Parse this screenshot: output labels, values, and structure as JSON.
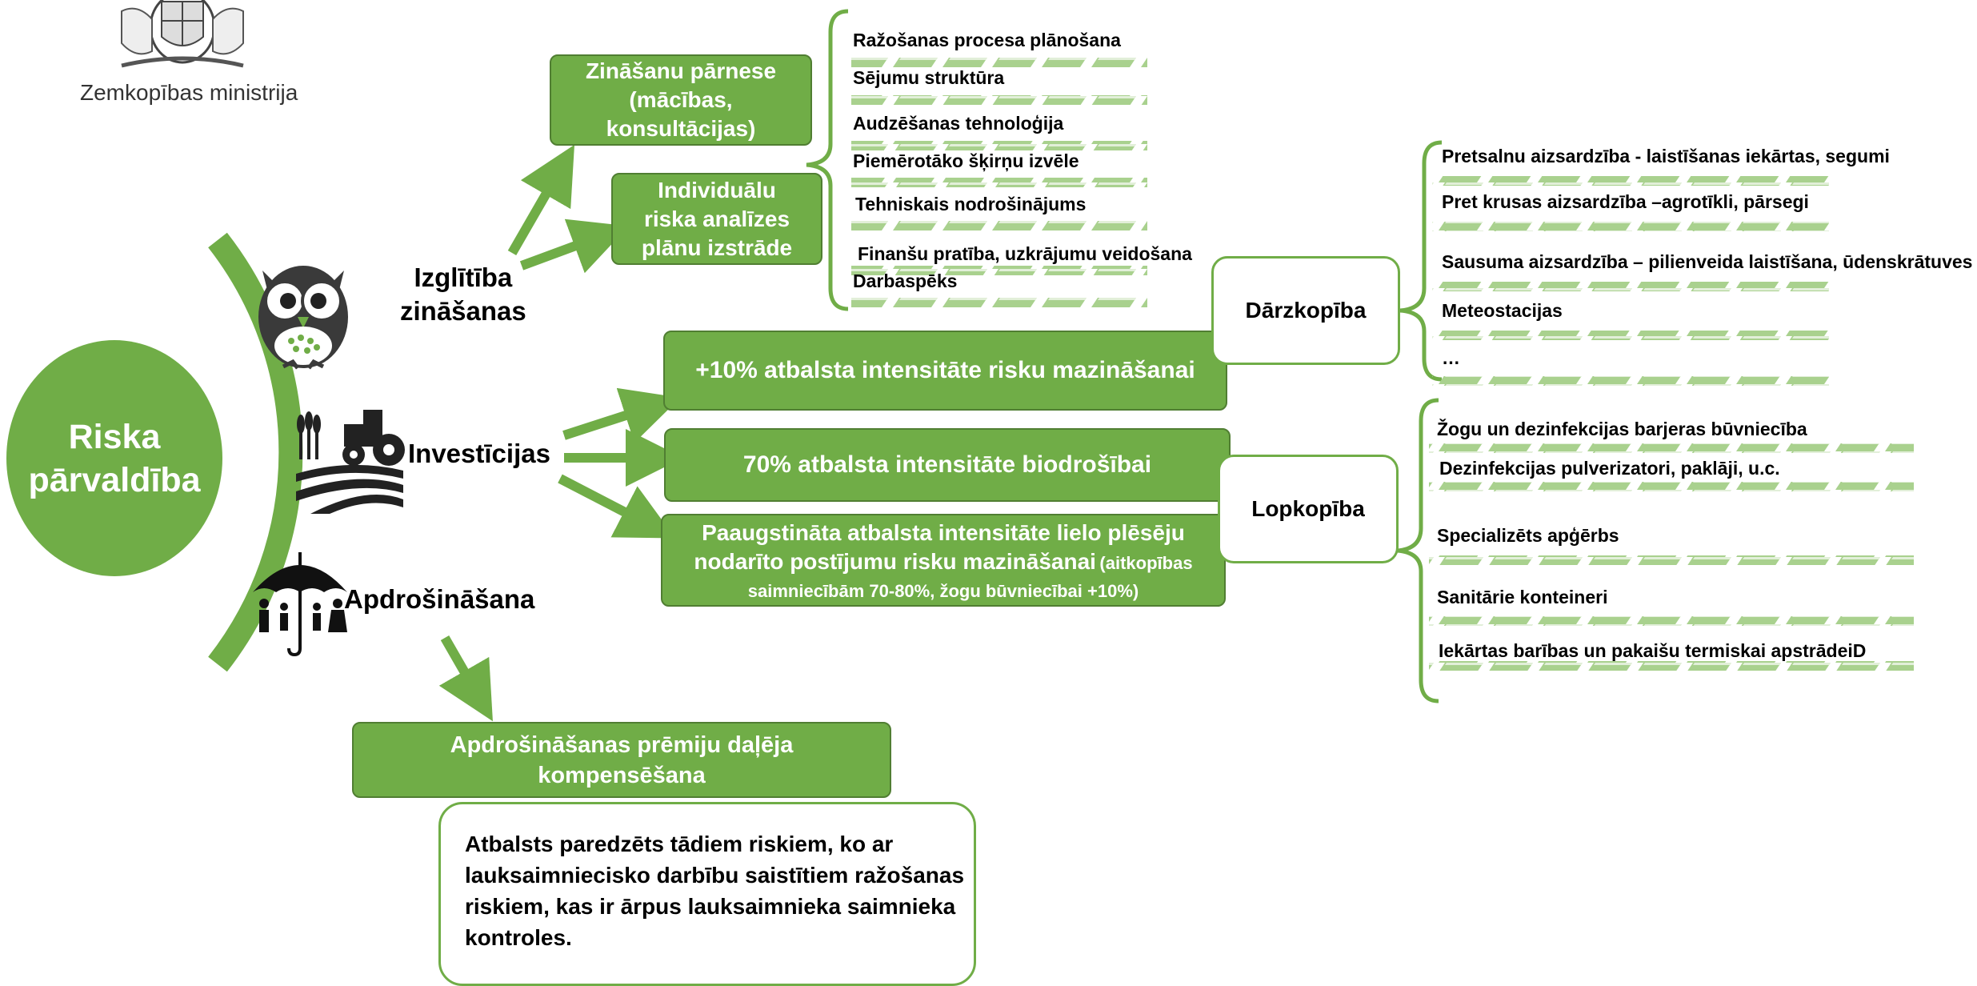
{
  "header": {
    "ministry": "Zemkopības ministrija",
    "logo": "coat-of-arms-logo"
  },
  "center": {
    "title_line1": "Riska",
    "title_line2": "pārvaldība"
  },
  "pillars": {
    "education": {
      "label_line1": "Izglītība",
      "label_line2": "zināšanas",
      "icon": "owl-icon"
    },
    "investments": {
      "label": "Investīcijas",
      "icon": "farm-tractor-icon"
    },
    "insurance": {
      "label": "Apdrošināšana",
      "icon": "umbrella-family-icon"
    }
  },
  "education_boxes": {
    "knowledge_transfer": {
      "line1": "Zināšanu pārnese",
      "line2": "(mācības,",
      "line3": "konsultācijas)"
    },
    "risk_plans": {
      "line1": "Individuālu",
      "line2": "riska analīzes",
      "line3": "plānu izstrāde"
    }
  },
  "education_topics": [
    "Ražošanas procesa plānošana",
    "Sējumu struktūra",
    "Audzēšanas tehnoloģija",
    "Piemērotāko šķirņu izvēle",
    "Tehniskais nodrošinājums",
    "Finanšu pratība, uzkrājumu veidošana",
    "Darbaspēks"
  ],
  "investment_boxes": {
    "plus10": "+10% atbalsta intensitāte risku mazināšanai",
    "biosecurity": "70% atbalsta intensitāte biodrošībai",
    "predators_line1": "Paaugstināta atbalsta intensitāte lielo plēsēju",
    "predators_line2": "nodarīto postījumu risku mazināšanai",
    "predators_note1": "(aitkopības",
    "predators_note2": "saimniecībām 70-80%, žogu būvniecībai +10%)"
  },
  "horticulture": {
    "label": "Dārzkopība",
    "items": [
      "Pretsalnu aizsardzība - laistīšanas iekārtas, segumi",
      "Pret krusas aizsardzība –agrotīkli, pārsegi",
      "Sausuma aizsardzība – pilienveida laistīšana, ūdenskrātuves",
      "Meteostacijas",
      "…"
    ]
  },
  "livestock": {
    "label": "Lopkopība",
    "items": [
      "Žogu un dezinfekcijas barjeras būvniecība",
      "Dezinfekcijas pulverizatori, paklāji, u.c.",
      "Specializēts apģērbs",
      "Sanitārie konteineri",
      "Iekārtas barības un pakaišu termiskai apstrādeiD"
    ]
  },
  "insurance_box": {
    "line1": "Apdrošināšanas prēmiju daļēja",
    "line2": "kompensēšana"
  },
  "insurance_note": {
    "line1": "Atbalsts paredzēts tādiem riskiem, ko ar",
    "line2": "lauksaimniecisko darbību saistītiem ražošanas",
    "line3": "riskiem, kas ir ārpus lauksaimnieka saimnieka",
    "line4": "kontroles."
  },
  "colors": {
    "green": "#70ad47",
    "dark_green": "#507e32",
    "light_stripe": "#a9d18e"
  }
}
